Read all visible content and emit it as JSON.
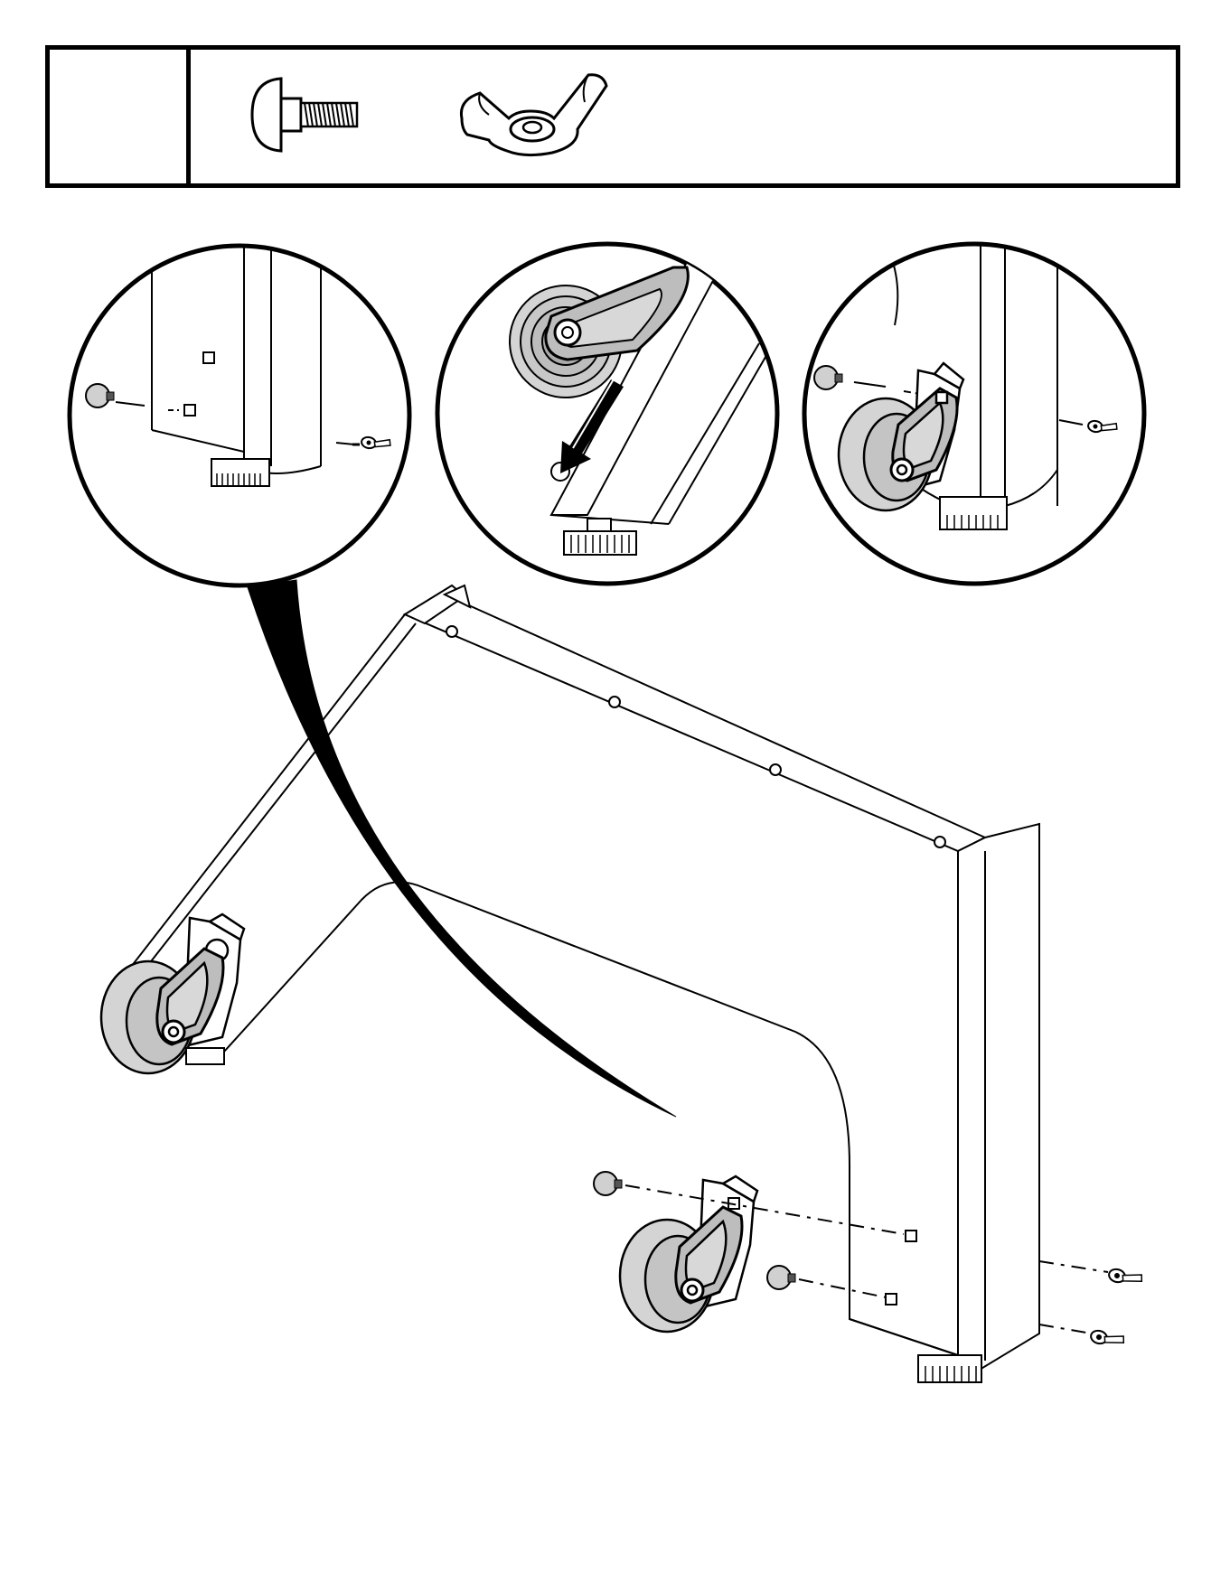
{
  "step": {
    "number": ""
  },
  "hardware": [
    {
      "name": "carriage-bolt",
      "icon": "carriage-bolt-icon",
      "qty": ""
    },
    {
      "name": "wing-nut",
      "icon": "wing-nut-icon",
      "qty": ""
    }
  ],
  "details": [
    {
      "name": "detail-bolt-through-leg",
      "icon": "magnifier-circle-icon"
    },
    {
      "name": "detail-caster-slide-on",
      "icon": "magnifier-circle-icon"
    },
    {
      "name": "detail-caster-fastened",
      "icon": "magnifier-circle-icon"
    }
  ],
  "colors": {
    "line": "#000000",
    "fill": "#ffffff",
    "wheel": "#d4d4d4",
    "bracket_fill": "#bdbdbd"
  }
}
